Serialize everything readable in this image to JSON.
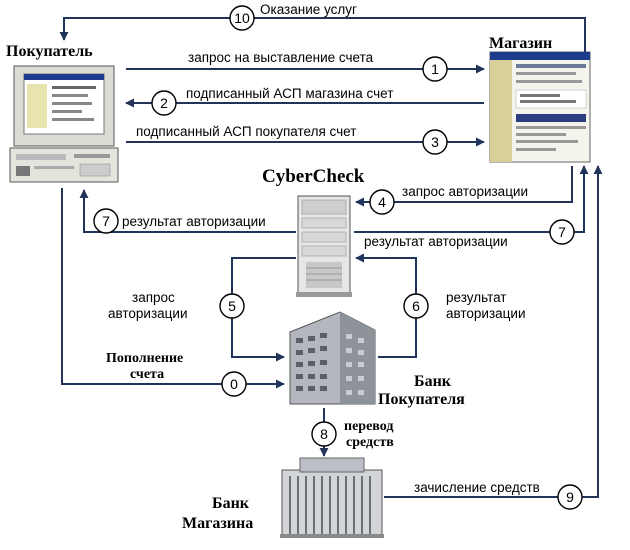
{
  "nodes": {
    "buyer": "Покупатель",
    "shop": "Магазин",
    "cybercheck": "CyberCheck",
    "buyer_bank_line1": "Банк",
    "buyer_bank_line2": "Покупателя",
    "shop_bank_line1": "Банк",
    "shop_bank_line2": "Магазина"
  },
  "steps": {
    "s10": {
      "num": "10",
      "label": "Оказание услуг"
    },
    "s1": {
      "num": "1",
      "label": "запрос на выставление счета"
    },
    "s2": {
      "num": "2",
      "label": "подписанный АСП магазина счет"
    },
    "s3": {
      "num": "3",
      "label": "подписанный АСП покупателя счет"
    },
    "s4": {
      "num": "4",
      "label": "запрос авторизации"
    },
    "s7a": {
      "num": "7",
      "label": "результат авторизации"
    },
    "s7b": {
      "num": "7",
      "label": "результат авторизации"
    },
    "s5": {
      "num": "5",
      "label_line1": "запрос",
      "label_line2": "авторизации"
    },
    "s6": {
      "num": "6",
      "label_line1": "результат",
      "label_line2": "авторизации"
    },
    "s0": {
      "num": "0",
      "label_line1": "Пополнение",
      "label_line2": "счета"
    },
    "s8": {
      "num": "8",
      "label_line1": "перевод",
      "label_line2": "средств"
    },
    "s9": {
      "num": "9",
      "label": "зачисление средств"
    }
  },
  "colors": {
    "line": "#22335a",
    "building": "#9aa0a8",
    "monitor": "#e8e8e0"
  }
}
